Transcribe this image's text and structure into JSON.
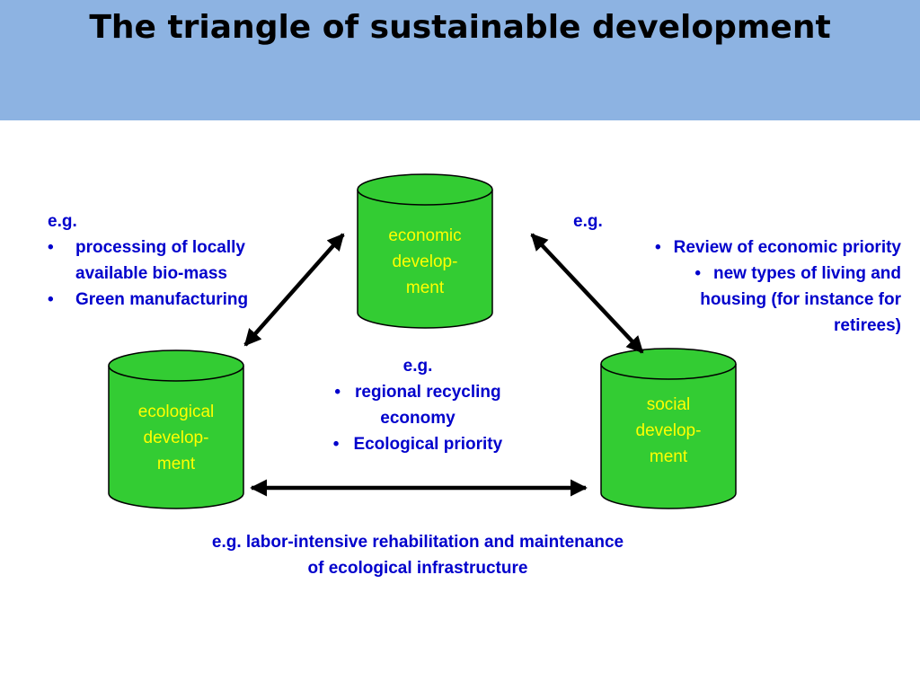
{
  "title": "The triangle of sustainable development",
  "nodes": {
    "economic": {
      "lines": [
        "economic",
        "develop-",
        "ment"
      ]
    },
    "ecological": {
      "lines": [
        "ecological",
        "develop-",
        "ment"
      ]
    },
    "social": {
      "lines": [
        "social",
        "develop-",
        "ment"
      ]
    }
  },
  "notes": {
    "left": {
      "heading": "e.g.",
      "items": [
        "processing of locally available bio-mass",
        "Green manufacturing"
      ]
    },
    "right": {
      "heading": "e.g.",
      "items": [
        "Review of economic priority",
        "new types of living and housing (for instance for retirees)"
      ]
    },
    "center": {
      "heading": "e.g.",
      "items": [
        "regional recycling economy",
        "Ecological priority"
      ]
    },
    "bottom": {
      "lines": [
        "e.g. labor-intensive rehabilitation and maintenance",
        "of ecological  infrastructure"
      ]
    }
  },
  "bullet": "•",
  "colors": {
    "header": "#8db3e2",
    "cylinder": "#33cc33",
    "cylinder_text": "#ffff00",
    "note_text": "#0000cc"
  }
}
